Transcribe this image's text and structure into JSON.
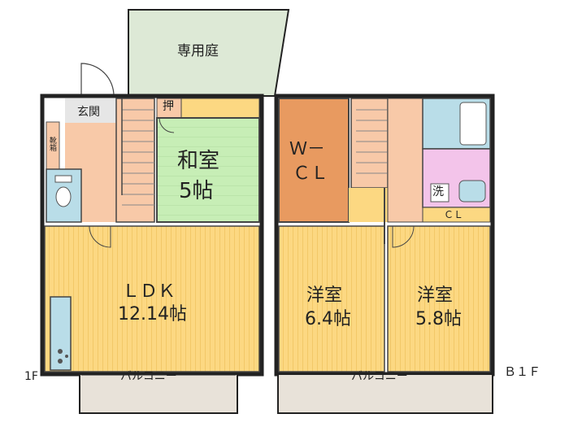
{
  "garden": {
    "label": "専用庭"
  },
  "rooms": {
    "genkan": {
      "label": "玄関"
    },
    "shoe_box": {
      "label": "靴箱"
    },
    "oshiire": {
      "label": "押"
    },
    "washitsu": {
      "line1": "和室",
      "line2": "5帖"
    },
    "ldk": {
      "line1": "ＬＤＫ",
      "line2": "12.14帖"
    },
    "wcl": {
      "line1": "Ｗ－",
      "line2": "ＣＬ"
    },
    "youshitsu1": {
      "line1": "洋室",
      "line2": "6.4帖"
    },
    "youshitsu2": {
      "line1": "洋室",
      "line2": "5.8帖"
    },
    "cl": {
      "label": "ＣＬ"
    },
    "washer": {
      "label": "洗"
    }
  },
  "balcony_1f": {
    "label": "バルコニー"
  },
  "balcony_b1f": {
    "label": "バルコニー"
  },
  "floors": {
    "left": "1F",
    "right": "Ｂ１Ｆ"
  },
  "colors": {
    "ldk": "#fcd882",
    "entry": "#f8c9a8",
    "washitsu": "#c7eeb6",
    "wcl": "#e89a60",
    "bath": "#b9dde8",
    "washroom": "#f3c4ea",
    "balcony": "#e8e2d9",
    "garden": "#dde9d6",
    "wall": "#222222"
  }
}
